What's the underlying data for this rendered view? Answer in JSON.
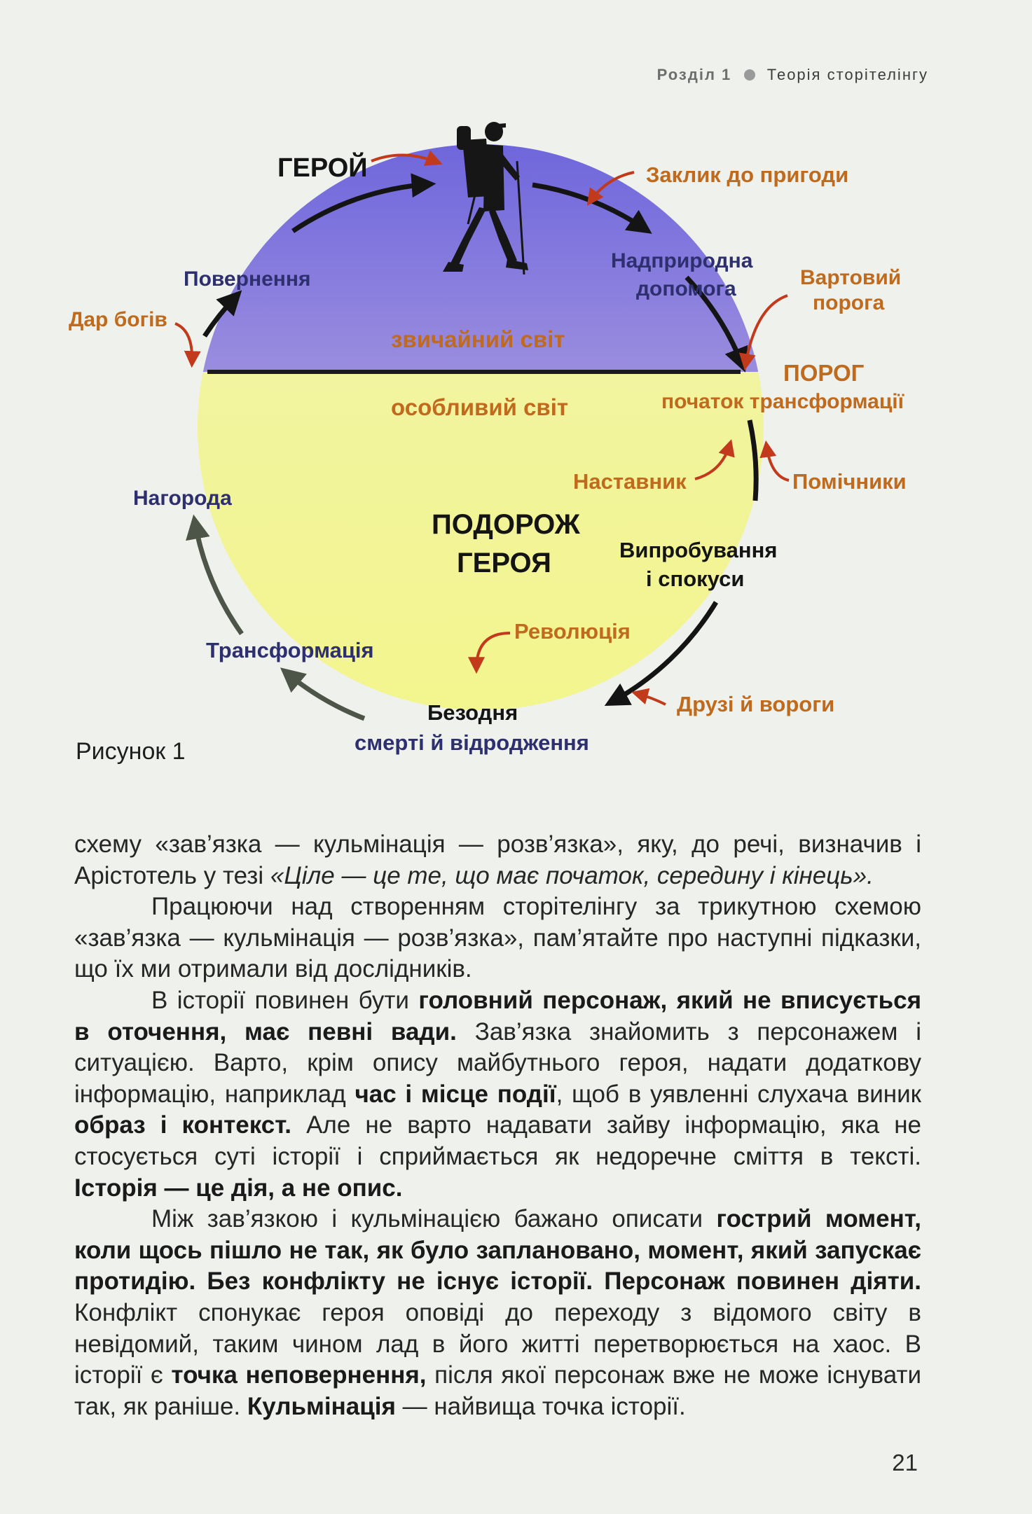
{
  "header": {
    "section": "Розділ 1",
    "separator_color": "#9a9a9a",
    "title": "Теорія сторітелінгу"
  },
  "figure": {
    "center_title_line1": "ПОДОРОЖ",
    "center_title_line2": "ГЕРОЯ",
    "ordinary_world": "звичайний світ",
    "special_world": "особливий світ",
    "labels": {
      "hero": "ГЕРОЙ",
      "call": "Заклик до пригоди",
      "supernatural_1": "Надприродна",
      "supernatural_2": "допомога",
      "guardian_1": "Вартовий",
      "guardian_2": "порога",
      "threshold": "ПОРОГ",
      "transformation_start": "початок трансформації",
      "mentor": "Наставник",
      "helpers": "Помічники",
      "trials_1": "Випробування",
      "trials_2": "і спокуси",
      "revolution": "Революція",
      "friends_enemies": "Друзі й вороги",
      "abyss_1": "Безодня",
      "abyss_2": "смерті й відродження",
      "transformation": "Трансформація",
      "reward": "Нагорода",
      "return": "Повернення",
      "gift": "Дар богів"
    },
    "colors": {
      "orange": "#c06a1e",
      "navy": "#2e2f6e",
      "dark": "#141414",
      "sky_top": "#7a6fe0",
      "sky_bottom": "#e7dcd0",
      "ground": "#f1f39a"
    },
    "hero_icon": "hiker-icon",
    "caption": "Рисунок 1"
  },
  "body": {
    "p1": [
      {
        "t": "схему «зав’язка — кульмінація — розв’язка», яку, до речі, визначив і Арістотель у тезі "
      },
      {
        "t": "«Ціле — це те, що має початок, середину і кінець».",
        "i": true
      }
    ],
    "p2": [
      {
        "t": "Працюючи над створенням сторітелінгу за трикутною схемою «зав’язка — кульмінація — розв’язка», пам’ятайте про наступні підказки, що їх ми отримали від дослідників."
      }
    ],
    "p3": [
      {
        "t": "В історії повинен бути "
      },
      {
        "t": "головний персонаж, який не вписується в оточення, має певні вади.",
        "b": true
      },
      {
        "t": " Зав’язка знайомить з персонажем і ситуацією. Варто, крім опису майбутнього героя, надати додаткову інформацію, наприклад "
      },
      {
        "t": "час і місце події",
        "b": true
      },
      {
        "t": ", щоб в уявленні слухача виник "
      },
      {
        "t": "образ і контекст.",
        "b": true
      },
      {
        "t": " Але не варто надавати зайву інформацію, яка не стосується суті історії і сприймається як недоречне сміття в тексті. "
      },
      {
        "t": "Історія — це дія, а не опис.",
        "b": true
      }
    ],
    "p4": [
      {
        "t": "Між зав’язкою і кульмінацією бажано описати "
      },
      {
        "t": "гострий момент, коли щось пішло не так, як було заплановано, момент, який запускає протидію. Без конфлікту не існує історії. Персонаж повинен діяти.",
        "b": true
      },
      {
        "t": " Конфлікт спонукає героя оповіді до переходу з відомого світу в невідомий, таким чином лад в його житті перетворюється на хаос. В історії є "
      },
      {
        "t": "точка неповернення,",
        "b": true
      },
      {
        "t": " після якої персонаж вже не може існувати так, як раніше. "
      },
      {
        "t": "Кульмінація",
        "b": true
      },
      {
        "t": " — найвища точка історії."
      }
    ]
  },
  "page_number": "21"
}
